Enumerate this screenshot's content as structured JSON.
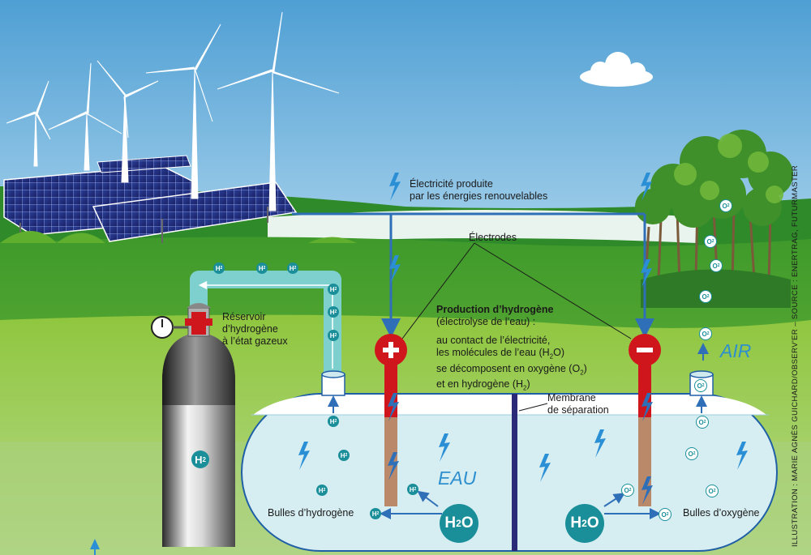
{
  "labels": {
    "electricity_line1": "Électricité produite",
    "electricity_line2": "par les énergies renouvelables",
    "electrodes": "Électrodes",
    "production_title": "Production d’hydrogène",
    "production_sub": "(électrolyse de l’eau) :",
    "production_body1": "au contact de l’électricité,",
    "production_body2": "les molécules de l’eau (H",
    "production_body2_sub": "2",
    "production_body2_end": "O)",
    "production_body3": "se décomposent en oxygène (O",
    "production_body3_sub": "2",
    "production_body3_end": ")",
    "production_body4": "et en hydrogène (H",
    "production_body4_sub": "2",
    "production_body4_end": ")",
    "tank_line1": "Réservoir",
    "tank_line2": "d’hydrogène",
    "tank_line3": "à l’état gazeux",
    "membrane_line1": "Membrane",
    "membrane_line2": "de séparation",
    "water_word": "EAU",
    "air_word": "AIR",
    "hydrogen_bubbles": "Bulles d’hydrogène",
    "oxygen_bubbles": "Bulles d’oxygène",
    "h2o_symbol": "H",
    "h2o_sub": "2",
    "h2o_end": "O",
    "h2_symbol": "H",
    "h2_sub": "2",
    "o2_symbol": "O",
    "o2_sub": "2",
    "plus_sign": "+",
    "minus_sign": "–",
    "credit": "ILLUSTRATION : MARIE AGNÈS GUICHARD/OBSERV'ER – SOURCE : ENERTRAG, FUTURMASTER"
  },
  "colors": {
    "sky": "#6fb0d8",
    "grass_dark": "#3f9a2a",
    "grass_light": "#8ec63f",
    "water": "#d6eef2",
    "molecule": "#1a8f9a",
    "electrode_red": "#d0161d",
    "electrode_brown": "#b9896a",
    "wire_blue": "#2f6fb8",
    "membrane": "#2a2a78",
    "bolt": "#2b8fd6"
  }
}
